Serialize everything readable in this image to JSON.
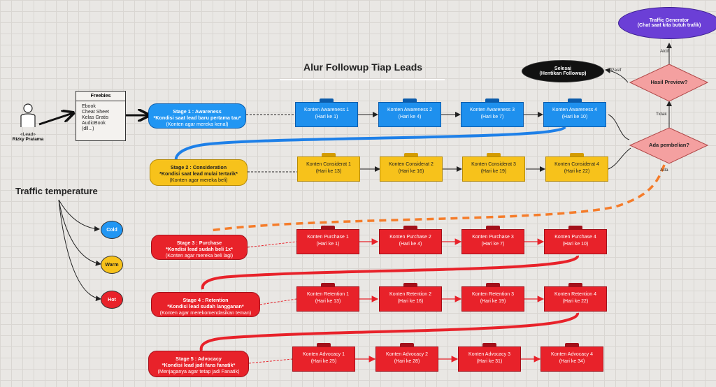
{
  "title": "Alur Followup Tiap Leads",
  "traffic_temperature_title": "Traffic temperature",
  "lead": {
    "stereotype": "«Lead»",
    "name": "Rizky Pratama"
  },
  "freebies": {
    "title": "Freebies",
    "items": [
      "Ebook",
      "Cheat Sheet",
      "Kelas Gratis",
      "AudioBook",
      "(dll...)"
    ]
  },
  "stages": [
    {
      "line1": "Stage 1 : Awareness",
      "line2": "*Kondisi saat lead baru pertama tau*",
      "line3": "(Konten agar mereka kenal)",
      "color": "#2196f3"
    },
    {
      "line1": "Stage 2 : Consideration",
      "line2": "*Kondisi saat lead mulai tertarik*",
      "line3": "(Konten agar mereka beli)",
      "color": "#f7c21b"
    },
    {
      "line1": "Stage 3 : Purchase",
      "line2": "*Kondisi lead sudah beli 1x*",
      "line3": "(Konten agar mereka beli lagi)",
      "color": "#e8222a"
    },
    {
      "line1": "Stage 4 : Retention",
      "line2": "*Kondisi lead sudah langganan*",
      "line3": "(Konten agar merekomendasikan teman)",
      "color": "#e8222a"
    },
    {
      "line1": "Stage 5 : Advocacy",
      "line2": "*Kondisi lead jadi fans fanatik*",
      "line3": "(Menjaganya agar tetap jadi Fanatik)",
      "color": "#e8222a"
    }
  ],
  "rows": [
    [
      {
        "name": "Konten Awareness 1",
        "day": "(Hari ke 1)"
      },
      {
        "name": "Konten Awareness 2",
        "day": "(Hari ke 4)"
      },
      {
        "name": "Konten Awareness 3",
        "day": "(Hari ke 7)"
      },
      {
        "name": "Konten Awareness 4",
        "day": "(Hari ke 10)"
      }
    ],
    [
      {
        "name": "Konten Considerat 1",
        "day": "(Hari ke 13)"
      },
      {
        "name": "Konten Considerat 2",
        "day": "(Hari ke 16)"
      },
      {
        "name": "Konten Considerat 3",
        "day": "(Hari ke 19)"
      },
      {
        "name": "Konten Considerat 4",
        "day": "(Hari ke 22)"
      }
    ],
    [
      {
        "name": "Konten Purchase 1",
        "day": "(Hari ke 1)"
      },
      {
        "name": "Konten Purchase 2",
        "day": "(Hari ke 4)"
      },
      {
        "name": "Konten Purchase 3",
        "day": "(Hari ke 7)"
      },
      {
        "name": "Konten Purchase 4",
        "day": "(Hari ke 10)"
      }
    ],
    [
      {
        "name": "Konten Retention 1",
        "day": "(Hari ke 13)"
      },
      {
        "name": "Konten Retention 2",
        "day": "(Hari ke 16)"
      },
      {
        "name": "Konten Retention 3",
        "day": "(Hari ke 19)"
      },
      {
        "name": "Konten Retention 4",
        "day": "(Hari ke 22)"
      }
    ],
    [
      {
        "name": "Konten Advocacy 1",
        "day": "(Hari ke 25)"
      },
      {
        "name": "Konten Advocacy 2",
        "day": "(Hari ke 28)"
      },
      {
        "name": "Konten Advocacy 3",
        "day": "(Hari ke 31)"
      },
      {
        "name": "Konten Advocacy 4",
        "day": "(Hari ke 34)"
      }
    ]
  ],
  "temperature": [
    {
      "label": "Cold",
      "color": "#2196f3"
    },
    {
      "label": "Warm",
      "color": "#f7c21b"
    },
    {
      "label": "Hot",
      "color": "#e8222a"
    }
  ],
  "decisions": {
    "preview": "Hasil Preview?",
    "purchase": "Ada pembelian?"
  },
  "terminals": {
    "traffic": {
      "line1": "Traffic Generator",
      "line2": "(Chat saat kita butuh trafik)"
    },
    "done": {
      "line1": "Selesai",
      "line2": "(Hentikan Followup)"
    }
  },
  "edge_labels": {
    "aktif": "Aktif",
    "pasif": "Pasif",
    "tidak": "Tidak",
    "ada": "Ada"
  },
  "colors": {
    "blue": "#2196f3",
    "yellow": "#f7c21b",
    "red": "#e8222a",
    "purple": "#6b3fd6",
    "pink": "#f4a0a0",
    "orange": "#f57c2a",
    "dark": "#111111"
  }
}
